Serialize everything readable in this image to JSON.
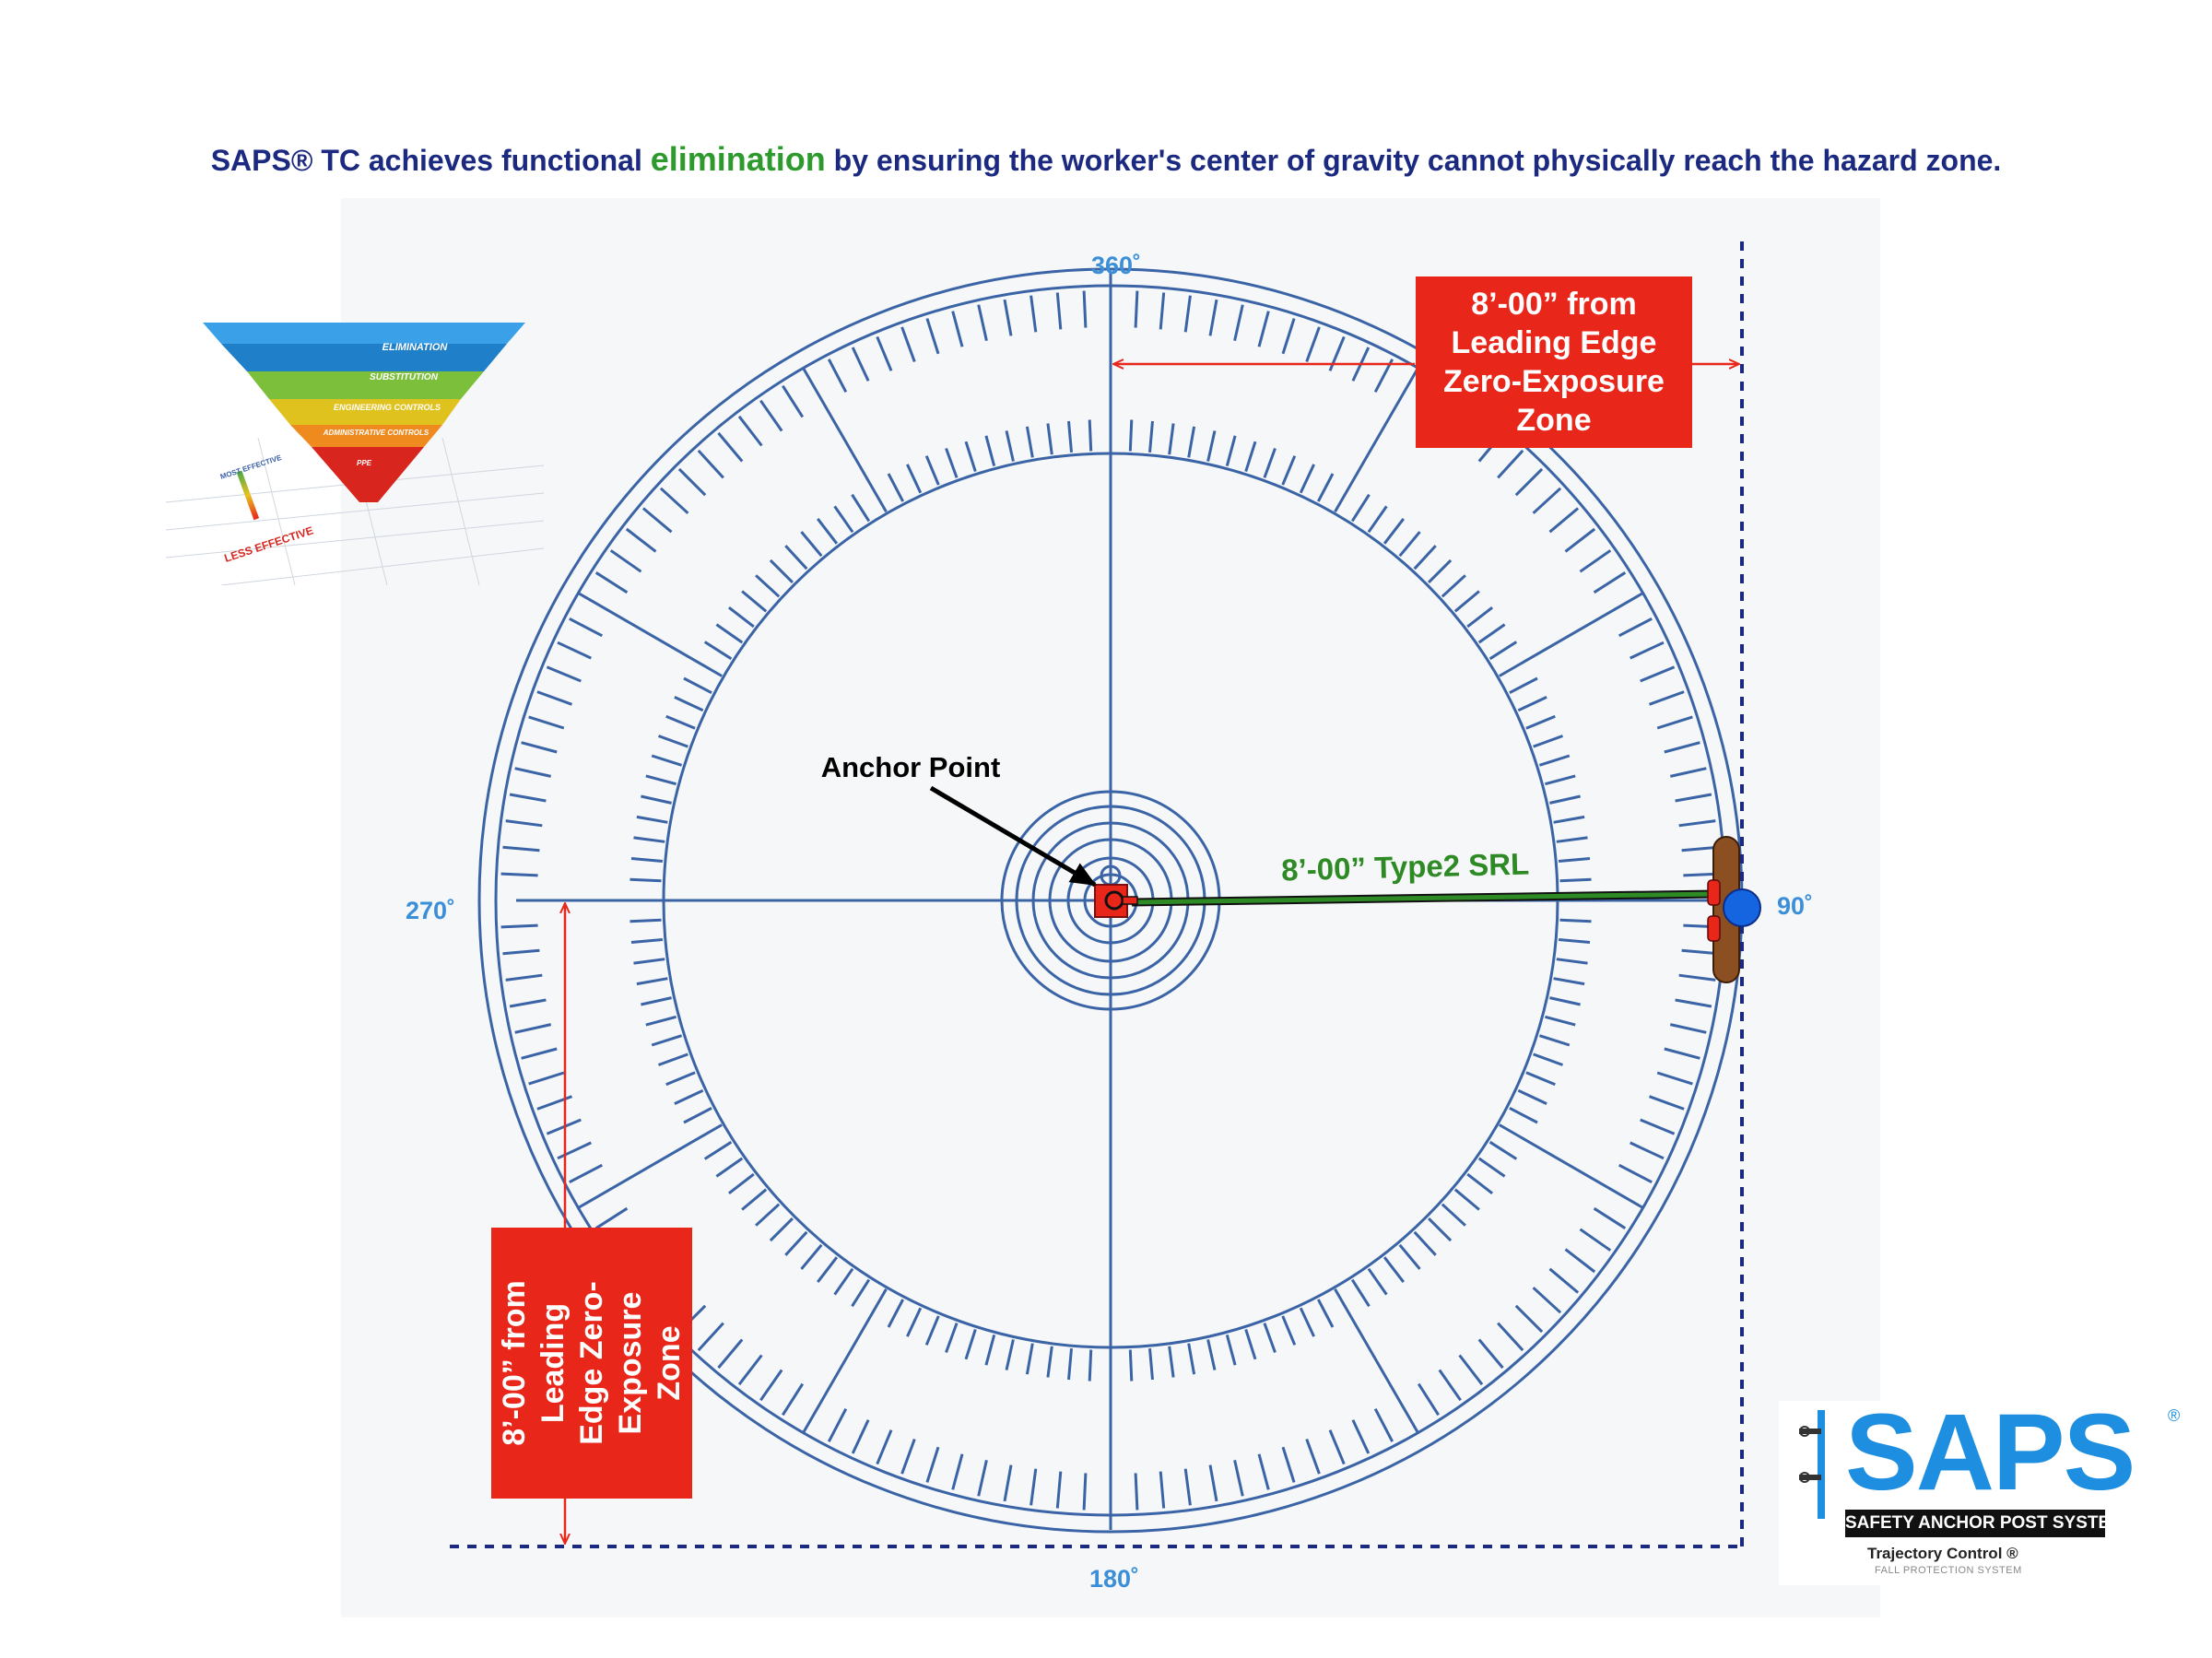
{
  "headline": {
    "prefix": "SAPS® TC achieves functional ",
    "highlight": "elimination",
    "suffix": " by ensuring the worker's center of gravity cannot physically reach the hazard zone.",
    "highlight_color": "#2e9a2e",
    "text_color": "#1b2a80"
  },
  "dial": {
    "label_360": "360˚",
    "label_90": "90˚",
    "label_180": "180˚",
    "label_270": "270˚",
    "line_color": "#3a64a6",
    "label_color": "#3b8fd9"
  },
  "anchor": {
    "label": "Anchor Point"
  },
  "srl": {
    "label": "8’-00” Type2 SRL",
    "color": "#2e8a24"
  },
  "zone_top": {
    "text": "8’-00” from Leading Edge Zero-Exposure Zone"
  },
  "zone_bottom": {
    "text": "8’-00” from Leading Edge Zero-Exposure Zone"
  },
  "zone_color": "#e8261a",
  "pyramid": {
    "levels": [
      "ELIMINATION",
      "SUBSTITUTION",
      "ENGINEERING CONTROLS",
      "ADMINISTRATIVE CONTROLS",
      "PPE"
    ],
    "most_effective": "MOST EFFECTIVE",
    "less_effective": "LESS EFFECTIVE"
  },
  "logo": {
    "word": "SAPS",
    "registered": "®",
    "tagline": "SAFETY ANCHOR POST SYSTEM",
    "sub": "Trajectory Control ®",
    "sub2": "FALL PROTECTION SYSTEM"
  }
}
